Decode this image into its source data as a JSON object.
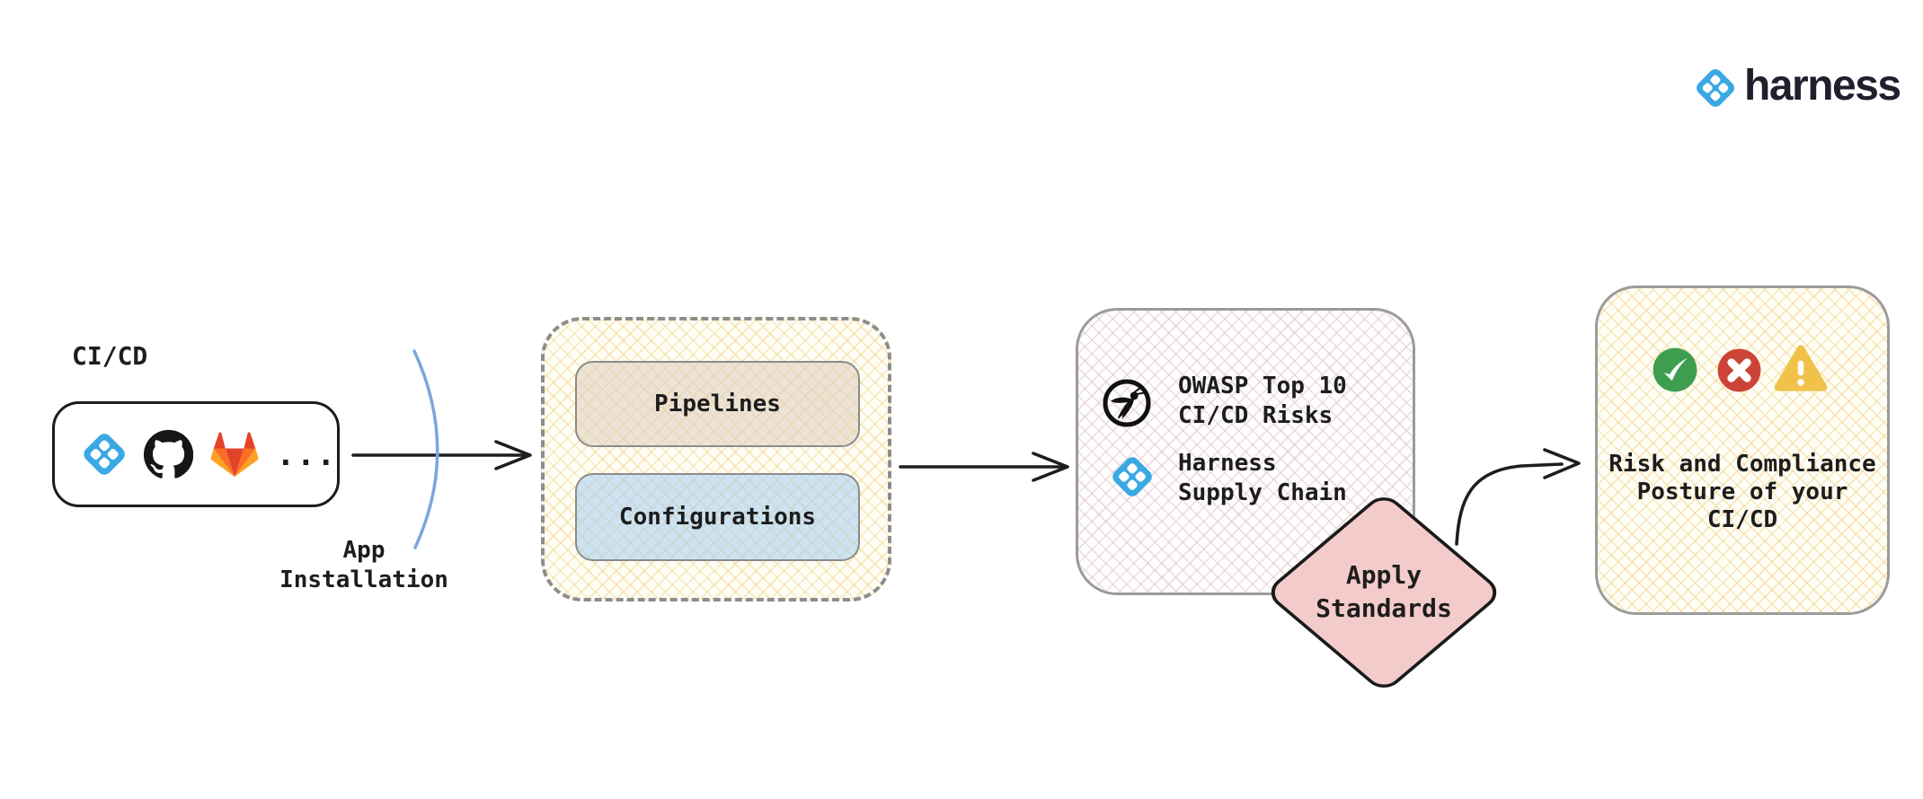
{
  "brand": {
    "name": "harness"
  },
  "flow": {
    "source": {
      "title": "CI/CD",
      "icons": [
        "harness-icon",
        "github-icon",
        "gitlab-icon"
      ],
      "ellipsis": "..."
    },
    "app_installation": {
      "line1": "App",
      "line2": "Installation"
    },
    "ingest": {
      "pipelines": "Pipelines",
      "configurations": "Configurations"
    },
    "standards": {
      "owasp": {
        "line1": "OWASP Top 10",
        "line2": "CI/CD Risks"
      },
      "harness_supply_chain": {
        "line1": "Harness",
        "line2": "Supply Chain"
      }
    },
    "apply_standards": {
      "line1": "Apply",
      "line2": "Standards"
    },
    "posture": {
      "line1": "Risk and Compliance",
      "line2": "Posture of your",
      "line3": "CI/CD"
    }
  },
  "colors": {
    "harness_blue": "#3aa8e3",
    "arrow_black": "#1e1e1e",
    "app_install_arc_blue": "#7ba7da",
    "pipelines_tan": "#eade1da",
    "configurations_blue": "#cfe3f4",
    "diamond_pink": "#f4cbcb",
    "check_green": "#3f9d4f",
    "cross_red": "#cc4437",
    "warning_amber": "#f0c24a",
    "hatch_yellow": "#f0d48c",
    "hatch_pink": "#d3b7b7"
  }
}
